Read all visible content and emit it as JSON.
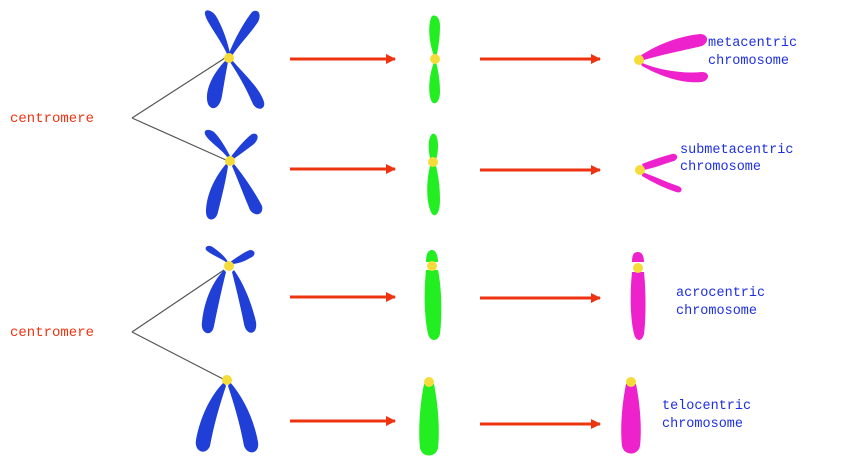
{
  "colors": {
    "background": "#ffffff",
    "chromatid_blue": "#1f3fd6",
    "chromatid_green": "#22ee22",
    "chromosome_magenta": "#ee22cc",
    "centromere_yellow": "#f5dc3a",
    "arrow_red": "#ee3311",
    "label_red": "#ee3311",
    "label_blue": "#1e2fe0",
    "pointer_line": "#555555"
  },
  "labels": {
    "centromere_top": "centromere",
    "centromere_bottom": "centromere"
  },
  "rows": [
    {
      "type_line1": "metacentric",
      "type_line2": "chromosome"
    },
    {
      "type_line1": "submetacentric",
      "type_line2": "chromosome"
    },
    {
      "type_line1": "acrocentric",
      "type_line2": "chromosome"
    },
    {
      "type_line1": "telocentric",
      "type_line2": "chromosome"
    }
  ]
}
